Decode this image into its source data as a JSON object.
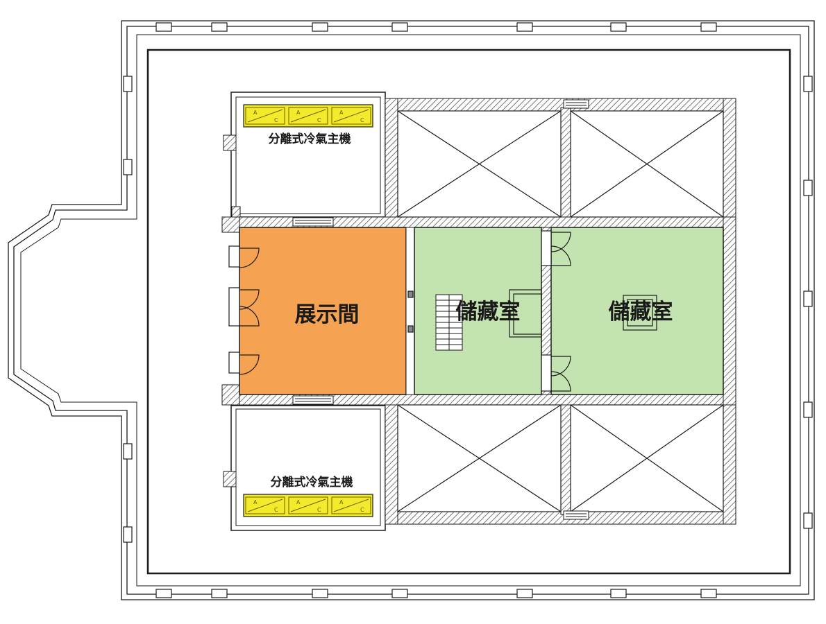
{
  "rooms": {
    "exhibition": {
      "label": "展示間",
      "color": "#f5a353"
    },
    "storage_1": {
      "label": "儲藏室",
      "color": "#c3e3b0"
    },
    "storage_2": {
      "label": "儲藏室",
      "color": "#c3e3b0"
    }
  },
  "ac_units": {
    "top": {
      "label": "分離式冷氣主機",
      "glyphs": [
        "A",
        "C",
        "A",
        "C",
        "A",
        "C"
      ]
    },
    "bottom": {
      "label": "分離式冷氣主機",
      "glyphs": [
        "A",
        "C",
        "A",
        "C",
        "A",
        "C"
      ]
    }
  },
  "colors": {
    "wall": "#1a1a1a",
    "hatch": "#555555",
    "ac_fill": "#f2ea2a",
    "exhibition": "#f5a353",
    "storage": "#c3e3b0"
  }
}
